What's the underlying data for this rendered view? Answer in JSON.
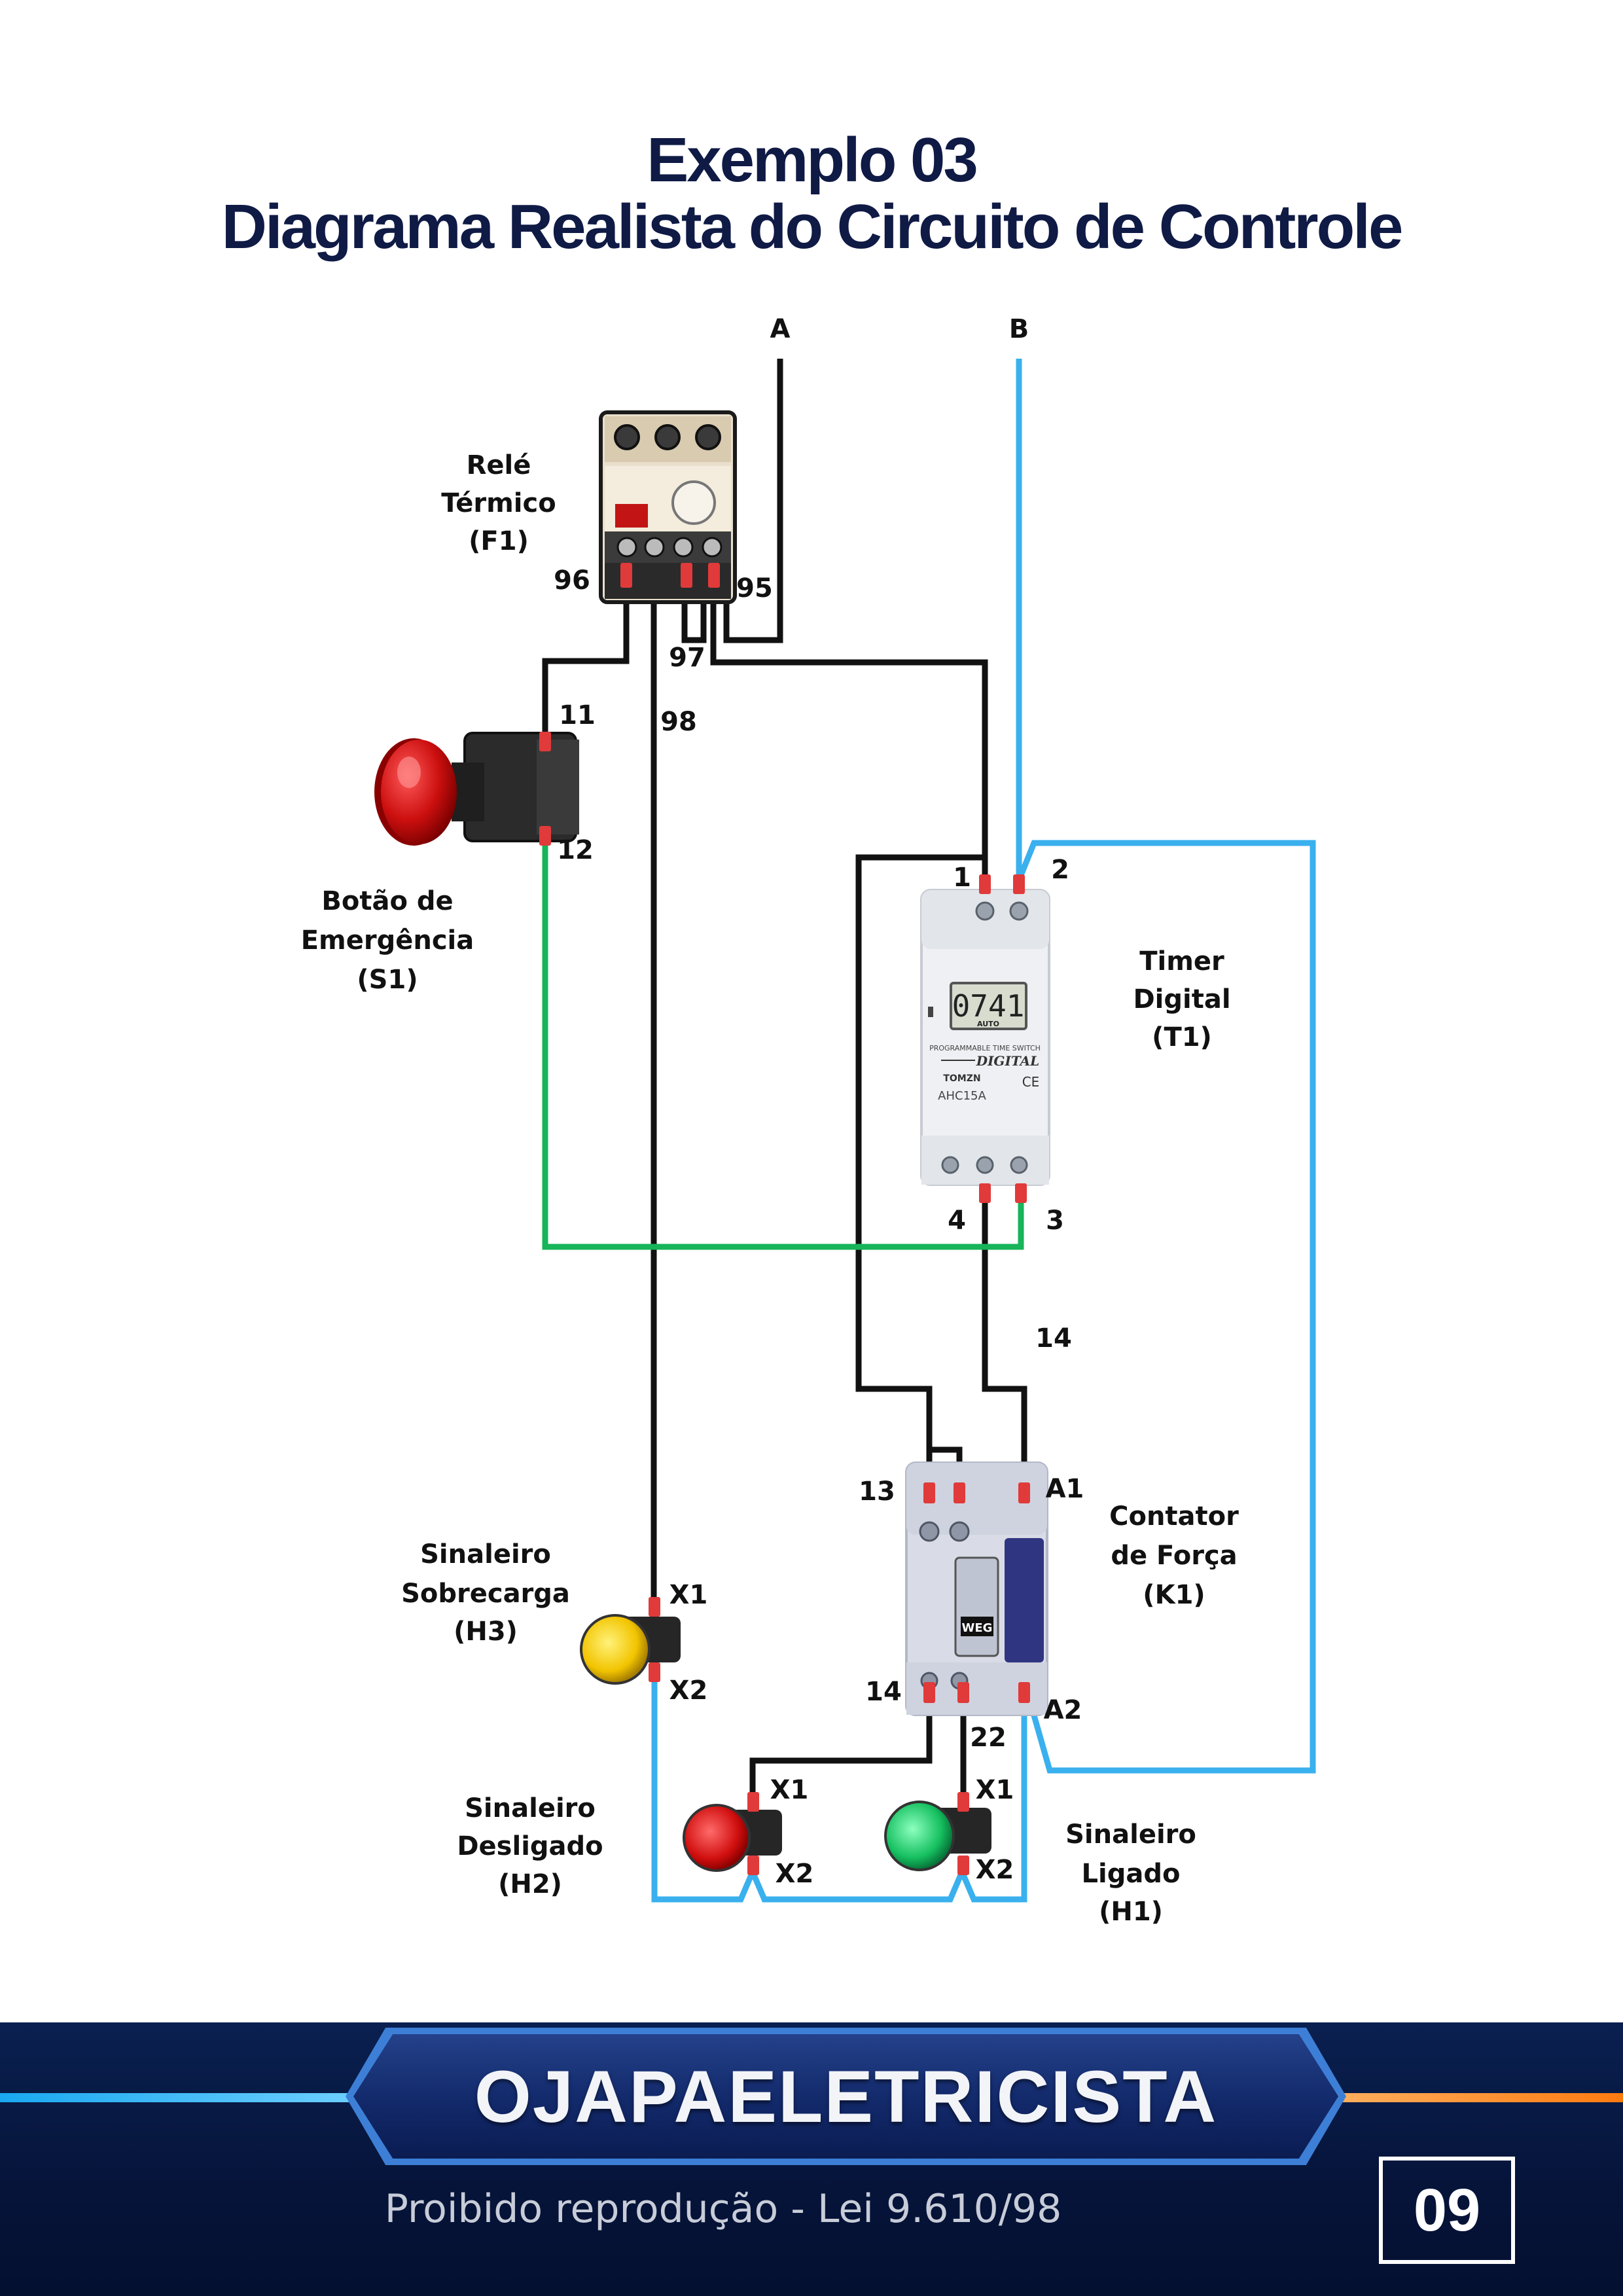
{
  "title": {
    "line1": "Exemplo 03",
    "line2": "Diagrama Realista do Circuito de Controle"
  },
  "lines": {
    "a": "A",
    "b": "B"
  },
  "components": {
    "f1": {
      "name_1": "Relé",
      "name_2": "Térmico",
      "name_3": "(F1)",
      "t96": "96",
      "t95": "95",
      "t97": "97",
      "t98": "98"
    },
    "s1": {
      "name_1": "Botão de",
      "name_2": "Emergência",
      "name_3": "(S1)",
      "t11": "11",
      "t12": "12"
    },
    "t1": {
      "name_1": "Timer",
      "name_2": "Digital",
      "name_3": "(T1)",
      "t1": "1",
      "t2": "2",
      "t3": "3",
      "t4": "4",
      "display": "0741",
      "auto": "AUTO",
      "model": "AHC15A",
      "brand": "DIGITAL",
      "maker": "TOMZN",
      "ce": "CE",
      "caption": "PROGRAMMABLE TIME SWITCH"
    },
    "k1": {
      "name_1": "Contator",
      "name_2": "de Força",
      "name_3": "(K1)",
      "t13": "13",
      "t14": "14",
      "ta1": "A1",
      "ta2": "A2",
      "t22": "22",
      "brand": "WEG"
    },
    "h3": {
      "name_1": "Sinaleiro",
      "name_2": "Sobrecarga",
      "name_3": "(H3)",
      "x1": "X1",
      "x2": "X2"
    },
    "h2": {
      "name_1": "Sinaleiro",
      "name_2": "Desligado",
      "name_3": "(H2)",
      "x1": "X1",
      "x2": "X2"
    },
    "h1": {
      "name_1": "Sinaleiro",
      "name_2": "Ligado",
      "name_3": "(H1)",
      "x1": "X1",
      "x2": "X2"
    },
    "wire14": "14"
  },
  "colors": {
    "black_wire": "#111111",
    "blue_wire": "#3ab0ee",
    "green_wire": "#17b45a",
    "terminal": "#e03a3a",
    "title": "#0f1a45"
  },
  "footer": {
    "brand": "OJAPAELETRICISTA",
    "copyright": "Proibido reprodução - Lei 9.610/98",
    "page": "09"
  }
}
